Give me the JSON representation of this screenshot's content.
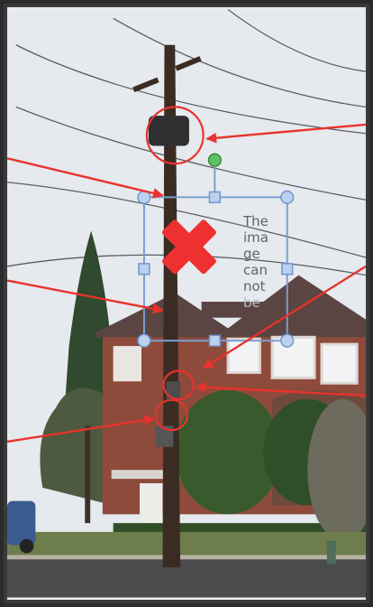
{
  "photo": {
    "subject": "",
    "sky_color": "#e6e9ed",
    "house_color": "#8e4b3c",
    "pole_color": "#3b2c23"
  },
  "placeholder": {
    "message": "The image can not be",
    "lines": [
      "The",
      "ima",
      "ge",
      "can",
      "not",
      "be"
    ],
    "icon": "red-x-icon",
    "icon_color": "#ee3030"
  },
  "selection": {
    "box_color": "#7a9ed4",
    "handle_fill": "#bcd1ee",
    "rotate_handle_color": "#5cc264"
  },
  "annotations": {
    "color": "#e8322d",
    "circles": 3,
    "arrows": 6
  }
}
